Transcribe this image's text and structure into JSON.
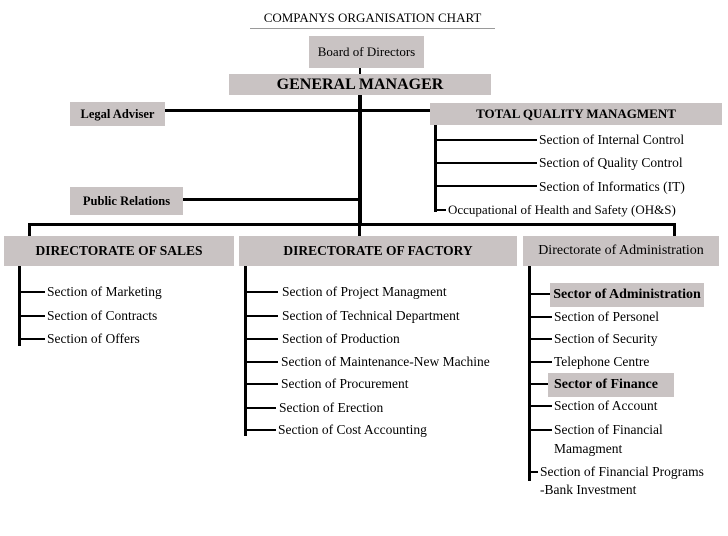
{
  "title": "COMPANYS ORGANISATION CHART",
  "board": "Board of Directors",
  "gm": "GENERAL MANAGER",
  "legal": "Legal Adviser",
  "pr": "Public Relations",
  "tqm": {
    "label": "TOTAL QUALITY MANAGMENT",
    "items": [
      "Section of Internal Control",
      "Section of Quality Control",
      "Section of Informatics (IT)",
      "Occupational of Health and Safety (OH&S)"
    ]
  },
  "sales": {
    "label": "DIRECTORATE OF SALES",
    "items": [
      "Section of Marketing",
      "Section of Contracts",
      "Section of Offers"
    ]
  },
  "factory": {
    "label": "DIRECTORATE OF FACTORY",
    "items": [
      "Section of Project Managment",
      "Section of Technical Department",
      "Section of Production",
      "Section of Maintenance-New Machine",
      "Section of Procurement",
      "Section of Erection",
      "Section of Cost Accounting"
    ]
  },
  "admin": {
    "label": "Directorate of Administration",
    "sector_admin": "Sector of Administration",
    "admin_items": [
      "Section of Personel",
      "Section of Security",
      "Telephone Centre"
    ],
    "sector_finance": "Sector of Finance",
    "finance_items": [
      "Section of Account",
      "Section of Financial",
      "Mamagment",
      "Section of Financial Programs",
      "-Bank Investment"
    ]
  }
}
